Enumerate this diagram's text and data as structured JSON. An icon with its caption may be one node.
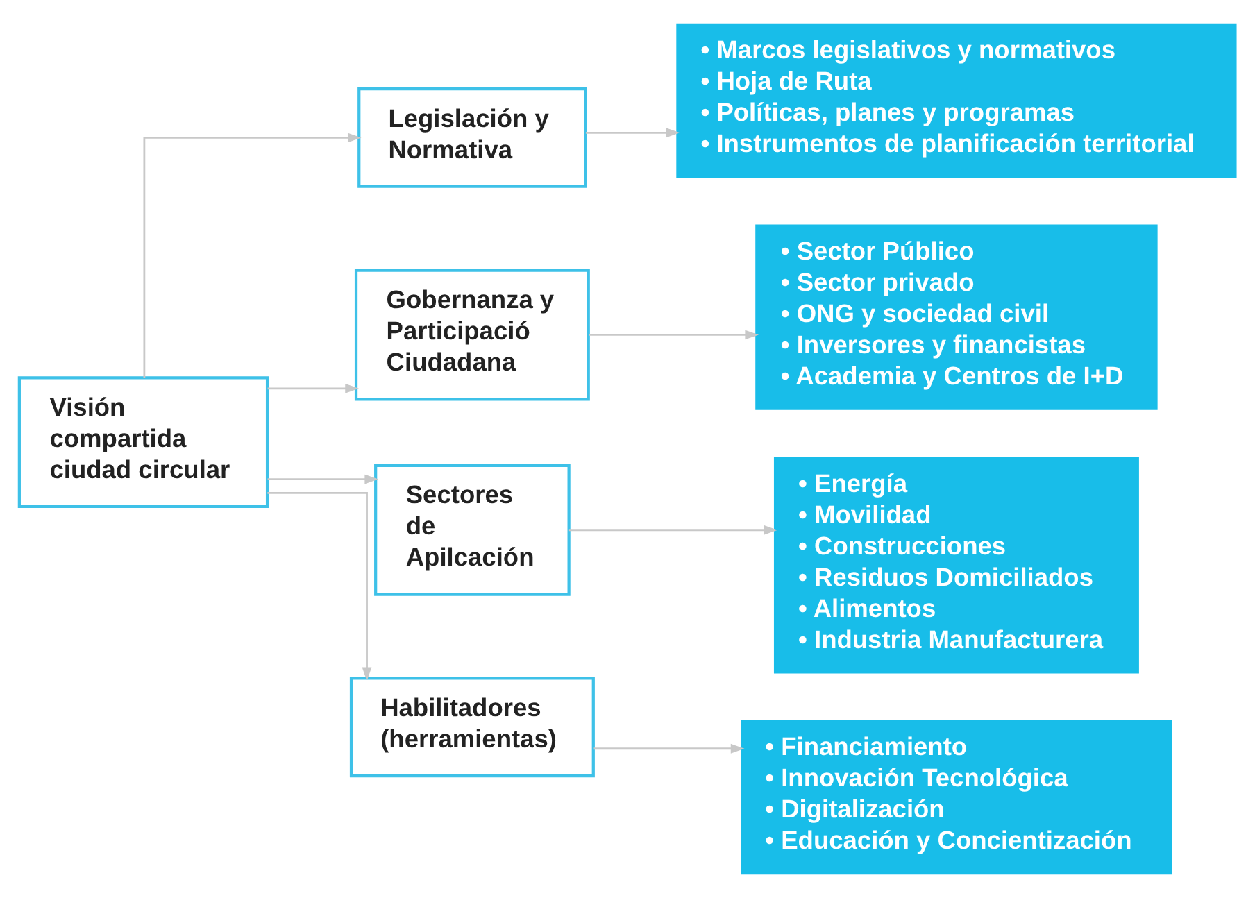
{
  "diagram": {
    "nodes": [
      {
        "text": [
          "Visión compartida ciudad circular"
        ]
      },
      {
        "text": [
          "Legislación y Normativa"
        ]
      },
      {
        "text": [
          "Gobernanza y Participació Ciudadana"
        ]
      },
      {
        "text": [
          "Sectores de Apilcación"
        ]
      },
      {
        "text": [
          "Habilitadores (herramientas)"
        ]
      },
      {
        "text": [
          "• Marcos legislativos y normativos",
          "• Hoja de Ruta",
          "• Políticas, planes y programas",
          "• Instrumentos de planificación territorial"
        ]
      },
      {
        "text": [
          "• Sector Público",
          "• Sector privado",
          "• ONG y sociedad civil",
          "• Inversores y financistas",
          "• Academia y Centros de I+D"
        ]
      },
      {
        "text": [
          "• Energía",
          "• Movilidad",
          "• Construcciones",
          "• Residuos Domiciliados",
          "• Alimentos",
          "• Industria Manufacturera"
        ]
      },
      {
        "text": [
          "• Financiamiento",
          "• Innovación Tecnológica",
          "• Digitalización",
          "• Educación y Concientización"
        ]
      }
    ],
    "edges": [
      {
        "from": 0,
        "to": 1,
        "arrow": "to"
      },
      {
        "from": 0,
        "to": 2,
        "arrow": "to"
      },
      {
        "from": 0,
        "to": 3,
        "arrow": "to"
      },
      {
        "from": 0,
        "to": 4,
        "arrow": "to"
      },
      {
        "from": 1,
        "to": 5,
        "arrow": "to"
      },
      {
        "from": 2,
        "to": 6,
        "arrow": "to"
      },
      {
        "from": 3,
        "to": 7,
        "arrow": "to"
      },
      {
        "from": 4,
        "to": 8,
        "arrow": "to"
      }
    ]
  }
}
